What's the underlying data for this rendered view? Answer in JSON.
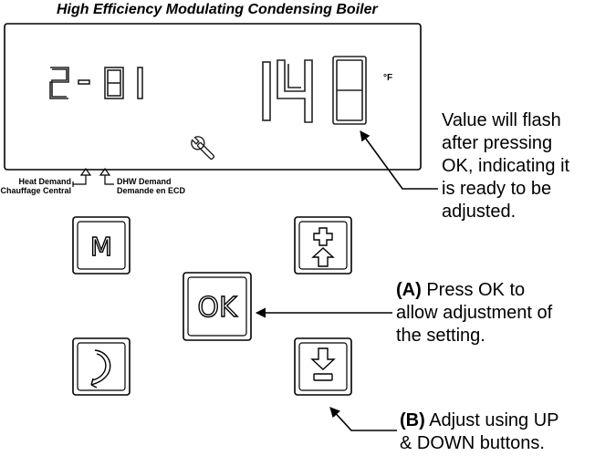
{
  "title": "High Efficiency Modulating Condensing Boiler",
  "display": {
    "parameter": "2-01",
    "value": "140",
    "unit": "°F"
  },
  "indicators": {
    "heat_demand": [
      "Heat Demand",
      "Chauffage Central"
    ],
    "dhw_demand": [
      "DHW Demand",
      "Demande en ECD"
    ]
  },
  "buttons": {
    "mode_label": "M",
    "ok_label": "OK",
    "back_icon": "curved-return-arrow-icon",
    "up_icon": "plus-up-arrow-icon",
    "down_icon": "down-arrow-minus-icon",
    "wrench_icon": "wrench-icon"
  },
  "callouts": {
    "flash": [
      "Value will flash",
      "after pressing",
      "OK, indicating it",
      "is ready to be",
      "adjusted."
    ],
    "a_tag": "(A)",
    "a_lines": [
      " Press OK to",
      "allow adjustment of",
      "the setting."
    ],
    "b_tag": "(B)",
    "b_lines": [
      " Adjust using UP",
      "& DOWN buttons."
    ]
  }
}
